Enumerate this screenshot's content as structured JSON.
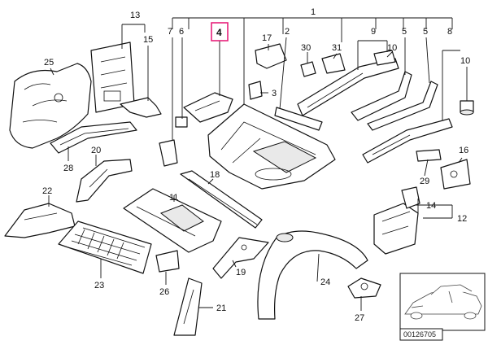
{
  "diagram": {
    "part_numbers": [
      "1",
      "2",
      "3",
      "4",
      "5",
      "5",
      "6",
      "7",
      "8",
      "9",
      "10",
      "10",
      "11",
      "12",
      "13",
      "14",
      "15",
      "16",
      "17",
      "18",
      "19",
      "20",
      "21",
      "22",
      "23",
      "24",
      "25",
      "26",
      "27",
      "28",
      "29",
      "30",
      "31"
    ],
    "highlighted_part": "4",
    "highlight_color": "#e8217b",
    "drawing_number": "00126705"
  }
}
